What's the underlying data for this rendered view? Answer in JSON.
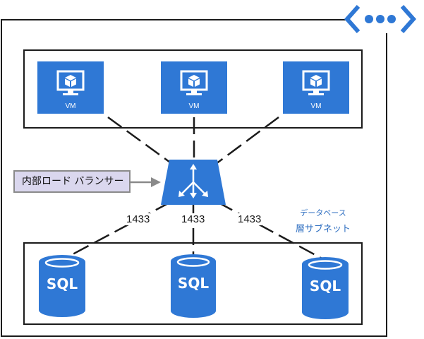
{
  "colors": {
    "azure_blue": "#2f78d5",
    "label_fill": "#dad7ee",
    "subnet_text": "#2f6fc1",
    "line": "#1b1b1b"
  },
  "vms": [
    {
      "label": "VM",
      "icon": "virtual-machine-icon"
    },
    {
      "label": "VM",
      "icon": "virtual-machine-icon"
    },
    {
      "label": "VM",
      "icon": "virtual-machine-icon"
    }
  ],
  "load_balancer": {
    "label": "内部ロード バランサー",
    "icon": "load-balancer-icon"
  },
  "subnet": {
    "line1": "データベース",
    "line2": "層サブネット"
  },
  "ports": [
    "1433",
    "1433",
    "1433"
  ],
  "databases": [
    {
      "label": "SQL",
      "icon": "sql-database-icon"
    },
    {
      "label": "SQL",
      "icon": "sql-database-icon"
    },
    {
      "label": "SQL",
      "icon": "sql-database-icon"
    }
  ],
  "vnet_icon": "virtual-network-icon"
}
